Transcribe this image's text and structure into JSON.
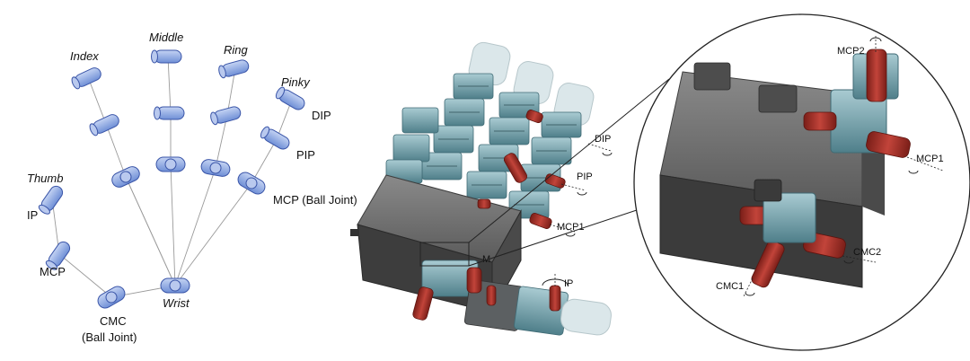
{
  "schematic": {
    "fingers": {
      "index": "Index",
      "middle": "Middle",
      "ring": "Ring",
      "pinky": "Pinky",
      "thumb": "Thumb"
    },
    "joints": {
      "dip": "DIP",
      "pip": "PIP",
      "mcp_ball": "MCP (Ball Joint)",
      "ip": "IP",
      "mcp": "MCP",
      "cmc_line1": "CMC",
      "cmc_line2": "(Ball Joint)",
      "wrist": "Wrist"
    }
  },
  "render": {
    "labels": {
      "dip": "DIP",
      "pip": "PIP",
      "mcp1": "MCP1",
      "mcp_clipped": "M",
      "ip": "IP"
    }
  },
  "zoom": {
    "labels": {
      "mcp2": "MCP2",
      "mcp1": "MCP1",
      "cmc2": "CMC2",
      "cmc1": "CMC1"
    }
  },
  "colors": {
    "joint_blue": "#8fa8e0",
    "joint_stroke": "#3a55a8",
    "servo_teal": "#6f9ea8",
    "palm_gray": "#6e6e6e",
    "axis_red": "#a8322a",
    "fingertip": "#dde8ea"
  }
}
